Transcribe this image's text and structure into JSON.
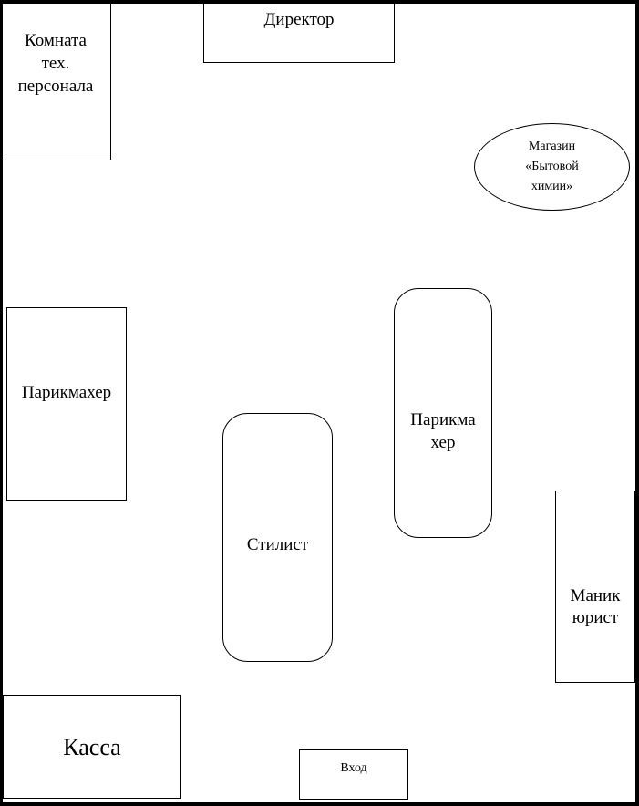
{
  "diagram": {
    "shapes": {
      "staff_room": {
        "lines": [
          "Комната",
          "тех.",
          "персонала"
        ]
      },
      "director": {
        "label": "Директор"
      },
      "shop": {
        "lines": [
          "Магазин",
          "«Бытовой",
          "химии»"
        ]
      },
      "hairdresser_left": {
        "label": "Парикмахер"
      },
      "stylist": {
        "label": "Стилист"
      },
      "hairdresser_right": {
        "lines": [
          "Парикма",
          "хер"
        ]
      },
      "manicurist": {
        "lines": [
          "Маник",
          "юрист"
        ]
      },
      "cashier": {
        "label": "Касса"
      },
      "entrance": {
        "label": "Вход"
      }
    },
    "colors": {
      "line": "#000000",
      "fill": "#ffffff",
      "text": "#000000"
    }
  }
}
